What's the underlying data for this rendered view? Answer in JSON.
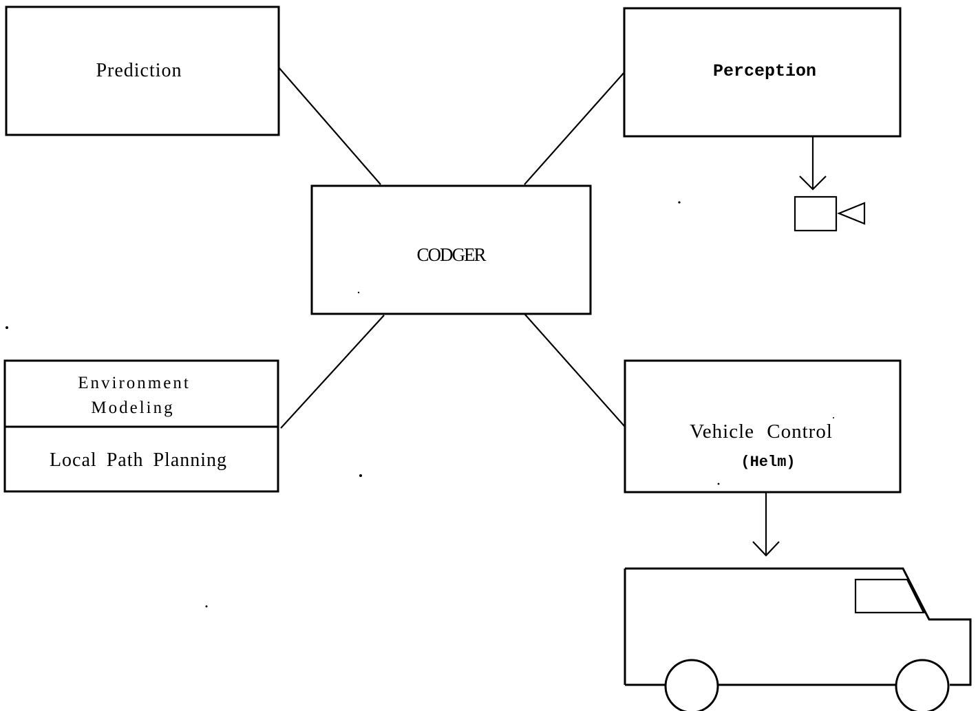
{
  "diagram": {
    "nodes": {
      "prediction": {
        "label": "Prediction"
      },
      "perception": {
        "label": "Perception"
      },
      "codger": {
        "label": "CODGER"
      },
      "environment_modeling": {
        "label_line1": "Environment",
        "label_line2": "Modeling"
      },
      "local_path_planning": {
        "label": "Local Path Planning"
      },
      "vehicle_control": {
        "label_line1": "Vehicle Control",
        "label_line2": "(Helm)"
      }
    },
    "connections": [
      {
        "from": "prediction",
        "to": "codger",
        "kind": "line"
      },
      {
        "from": "perception",
        "to": "codger",
        "kind": "line"
      },
      {
        "from": "environment_modeling",
        "to": "codger",
        "kind": "line"
      },
      {
        "from": "vehicle_control",
        "to": "codger",
        "kind": "line"
      },
      {
        "from": "perception",
        "to": "camera",
        "kind": "arrow"
      },
      {
        "from": "vehicle_control",
        "to": "vehicle",
        "kind": "arrow"
      }
    ],
    "icons": [
      "camera-icon",
      "vehicle-icon"
    ]
  }
}
